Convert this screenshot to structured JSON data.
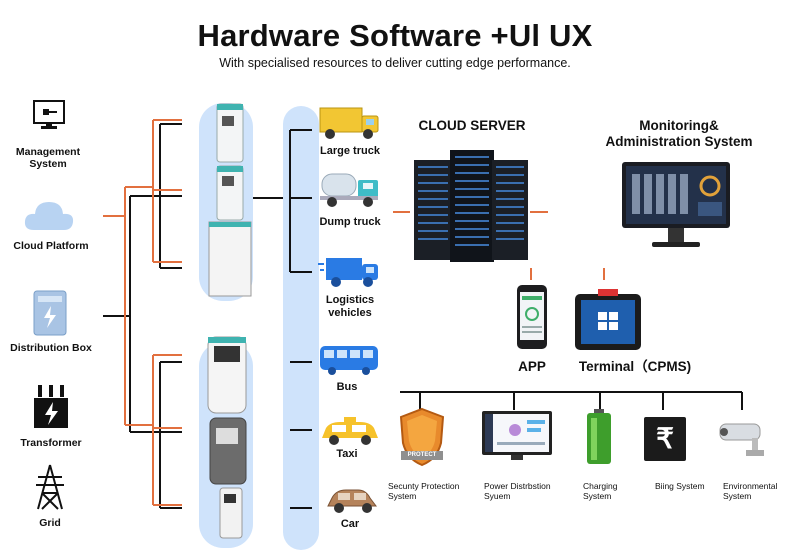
{
  "header": {
    "title": "Hardware Software +Ul UX",
    "subtitle": "With specialised resources to deliver cutting edge performance."
  },
  "sources": [
    {
      "label": "Management System",
      "icon": "management-system-icon"
    },
    {
      "label": "Cloud Platform",
      "icon": "cloud-icon"
    },
    {
      "label": "Distribution Box",
      "icon": "distribution-box-icon"
    },
    {
      "label": "Transformer",
      "icon": "transformer-icon"
    },
    {
      "label": "Grid",
      "icon": "power-tower-icon"
    }
  ],
  "vehicles": [
    {
      "label": "Large truck",
      "icon": "large-truck-icon"
    },
    {
      "label": "Dump truck",
      "icon": "dump-truck-icon"
    },
    {
      "label": "Logistics vehicles",
      "icon": "logistics-vehicle-icon"
    },
    {
      "label": "Bus",
      "icon": "bus-icon"
    },
    {
      "label": "Taxi",
      "icon": "taxi-icon"
    },
    {
      "label": "Car",
      "icon": "car-icon"
    }
  ],
  "cloud_server": {
    "label": "CLOUD SERVER"
  },
  "monitoring": {
    "label": "Monitoring& Administration System"
  },
  "app": {
    "label": "APP"
  },
  "terminal": {
    "label": "Terminal（CPMS)"
  },
  "systems": [
    {
      "label": "Secunty Protection System",
      "icon": "shield-icon",
      "badge": "PROTECT"
    },
    {
      "label": "Power Distrbstion Syuem",
      "icon": "dashboard-monitor-icon"
    },
    {
      "label": "Charging System",
      "icon": "battery-icon"
    },
    {
      "label": "Biing System",
      "icon": "rupee-icon",
      "symbol": "₹"
    },
    {
      "label": "Environmental System",
      "icon": "camera-icon"
    }
  ],
  "colors": {
    "line_dark": "#111111",
    "line_orange": "#e2703f",
    "bus_blue": "#cfe3fb",
    "charger_teal": "#3fb3b0"
  }
}
